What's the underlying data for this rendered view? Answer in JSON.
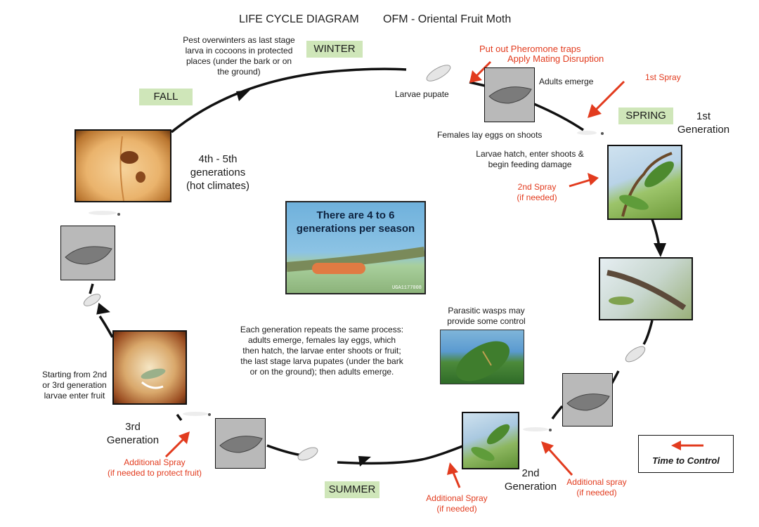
{
  "header": {
    "title_left": "LIFE CYCLE DIAGRAM",
    "title_right": "OFM - Oriental Fruit Moth"
  },
  "seasons": {
    "winter": "WINTER",
    "spring": "SPRING",
    "summer": "SUMMER",
    "fall": "FALL"
  },
  "labels": {
    "overwinter": [
      "Pest overwinters as last stage",
      "larva in cocoons in protected",
      "places (under the bark or on",
      "the ground)"
    ],
    "larvae_pupate": "Larvae pupate",
    "adults_emerge": "Adults emerge",
    "pheromone": "Put out Pheromone traps",
    "mating": "Apply Mating Disruption",
    "first_spray": "1st Spray",
    "first_generation": [
      "1st",
      "Generation"
    ],
    "females_lay": "Females lay eggs on shoots",
    "larvae_hatch": [
      "Larvae hatch, enter shoots &",
      "begin feeding damage"
    ],
    "second_spray": [
      "2nd Spray",
      "(if needed)"
    ],
    "fourth_fifth": [
      "4th - 5th",
      "generations",
      "(hot climates)"
    ],
    "info_box": [
      "There are 4 to 6",
      "generations per season"
    ],
    "photo_credit": "UGA1177008",
    "parasitic": [
      "Parasitic wasps may",
      "provide some control"
    ],
    "generation_text": [
      "Each generation repeats the same process:",
      "adults emerge, females lay eggs, which",
      "then hatch, the larvae enter shoots or fruit;",
      "the last stage larva pupates (under the bark",
      "or on the ground); then adults emerge."
    ],
    "starting": [
      "Starting from 2nd",
      "or 3rd generation",
      "larvae enter fruit"
    ],
    "third_generation": [
      "3rd",
      "Generation"
    ],
    "additional_spray_fruit": [
      "Additional Spray",
      "(if needed to protect fruit)"
    ],
    "additional_spray_bottom": [
      "Additional Spray",
      "(if needed)"
    ],
    "second_generation": [
      "2nd",
      "Generation"
    ],
    "additional_spray_right": [
      "Additional spray",
      "(if needed)"
    ]
  },
  "legend": {
    "label": "Time to Control"
  },
  "colors": {
    "control_red": "#e23b1e",
    "season_green": "#cfe6b9",
    "cycle_line": "#111111"
  },
  "icons": {
    "cycle_arrow": "arrowhead",
    "control_arrow": "red-arrow",
    "pupa": "cocoon-icon",
    "larva": "larva-icon",
    "moth": "moth-photo"
  }
}
